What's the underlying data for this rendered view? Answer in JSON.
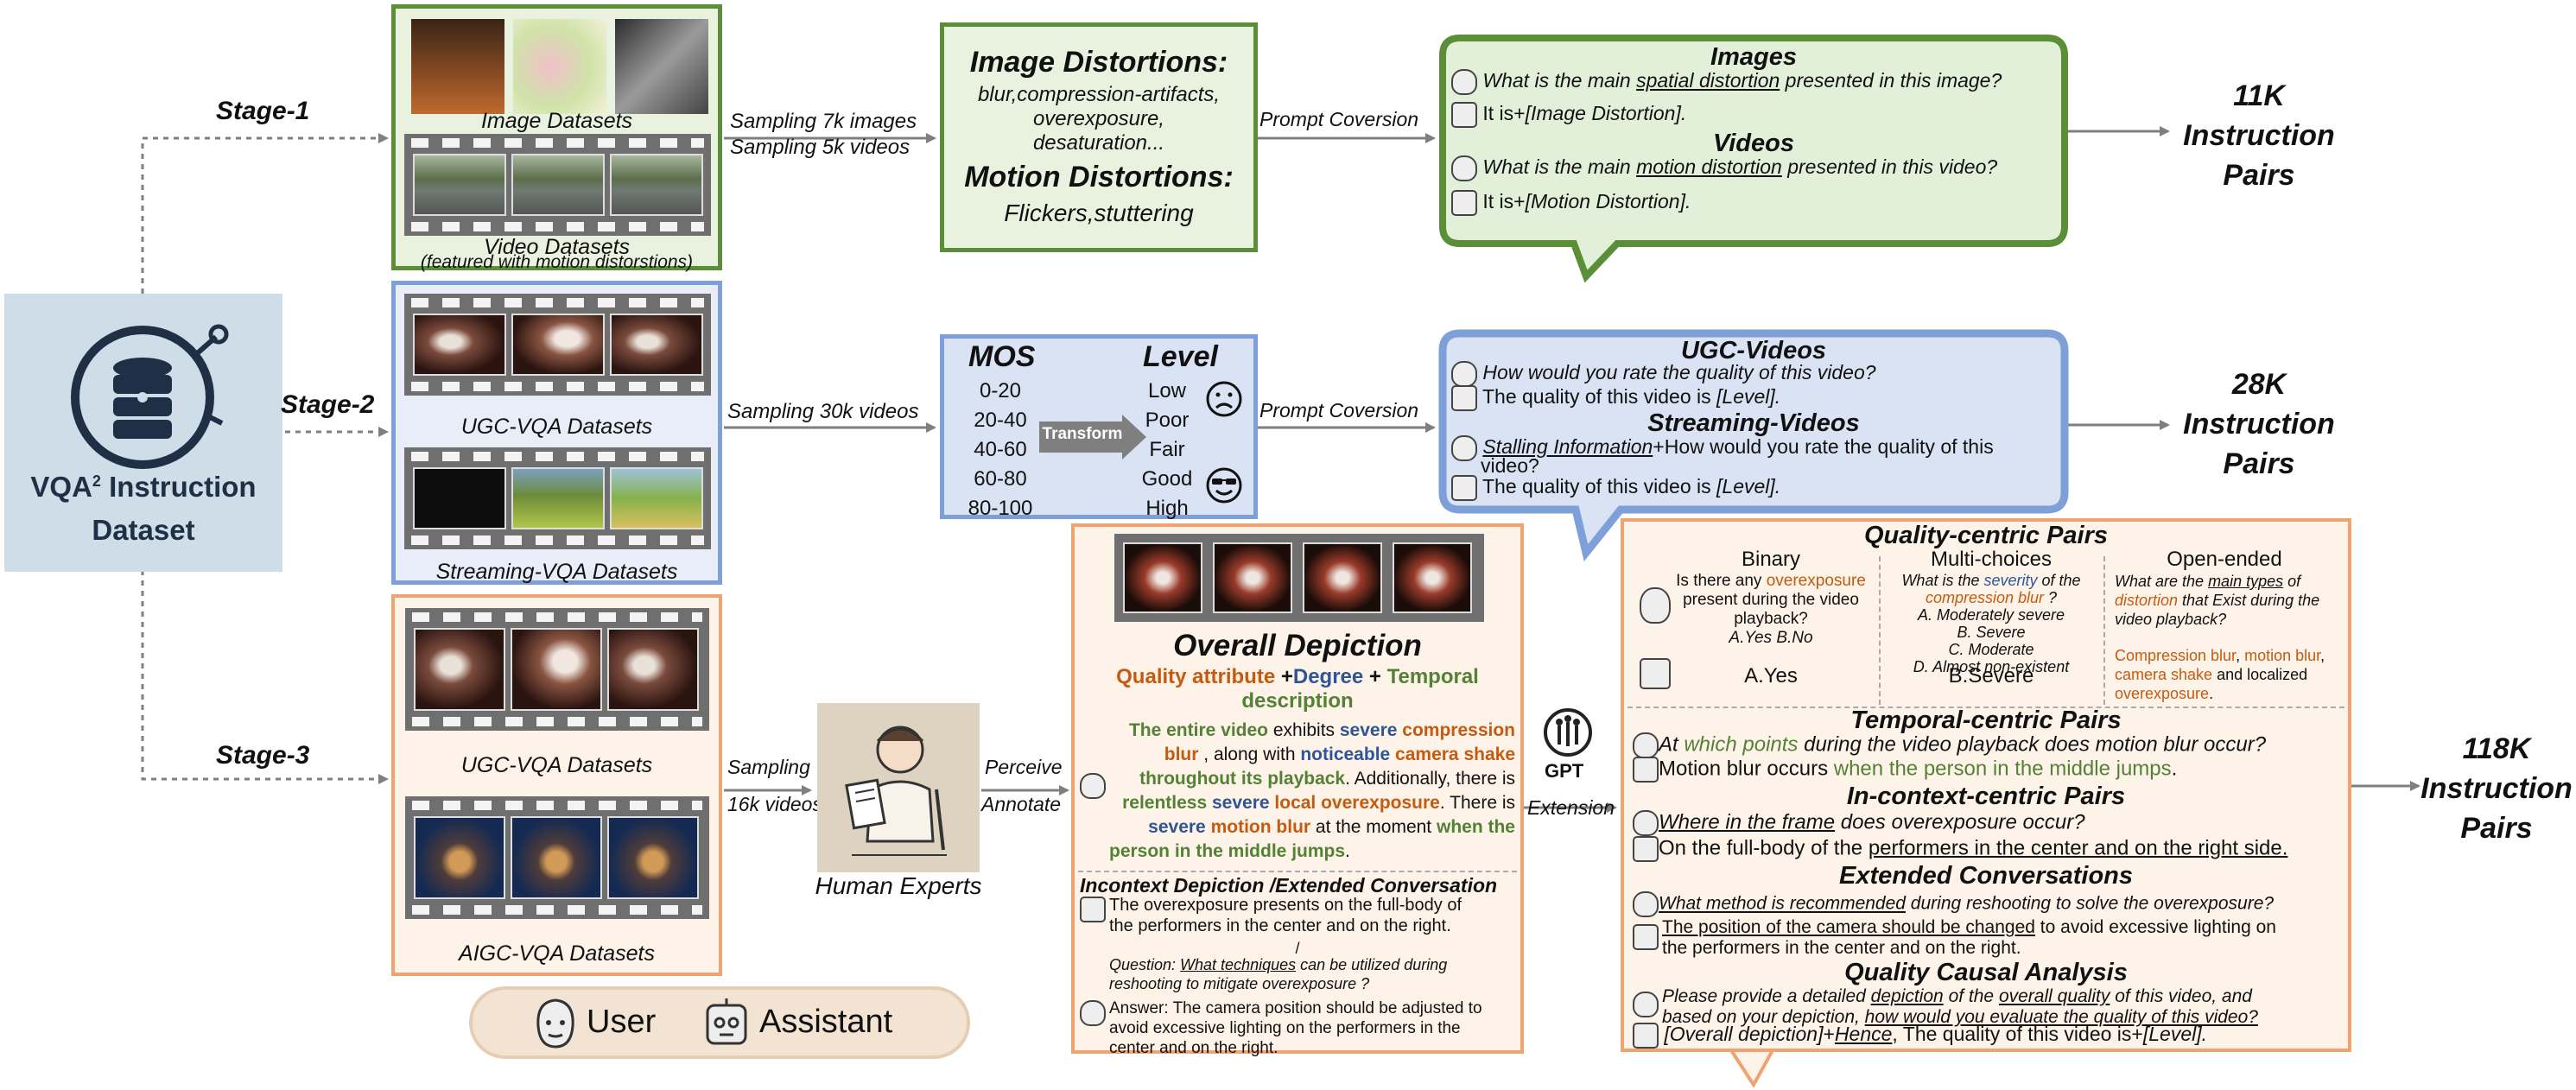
{
  "stages": {
    "s1": "Stage-1",
    "s2": "Stage-2",
    "s3": "Stage-3"
  },
  "dataset_title": {
    "line1": "VQA² Instruction",
    "line1_text": "VQA",
    "sup": "2",
    "line1_rest": " Instruction",
    "line2": "Dataset"
  },
  "row1": {
    "image_datasets": "Image Datasets",
    "video_datasets": "Video Datasets",
    "video_note": "(featured with motion distorstions)",
    "sampling1": "Sampling 7k images",
    "sampling2": "Sampling 5k videos",
    "distortions": {
      "image_title": "Image Distortions:",
      "image_items1": "blur,compression-artifacts,",
      "image_items2": "overexposure,",
      "image_items3": "desaturation...",
      "motion_title": "Motion Distortions:",
      "motion_items": "Flickers,stuttering"
    },
    "prompt": "Prompt Coversion",
    "bubble": {
      "images_title": "Images",
      "q1_pre": "What is the main ",
      "q1_u": "spatial distortion",
      "q1_post": " presented in this image?",
      "a1_pre": "It is+",
      "a1_it": "[Image Distortion].",
      "videos_title": "Videos",
      "q2_pre": "What is the main ",
      "q2_u": "motion distortion",
      "q2_post": " presented in this video?",
      "a2_pre": "It is+",
      "a2_it": "[Motion Distortion]."
    },
    "result": [
      "11K",
      "Instruction",
      "Pairs"
    ]
  },
  "row2": {
    "ugc": "UGC-VQA Datasets",
    "streaming": "Streaming-VQA Datasets",
    "sampling": "Sampling 30k videos",
    "mos_title": "MOS",
    "level_title": "Level",
    "mos": [
      "0-20",
      "20-40",
      "40-60",
      "60-80",
      "80-100"
    ],
    "levels": [
      "Low",
      "Poor",
      "Fair",
      "Good",
      "High"
    ],
    "transform": "Transform",
    "prompt": "Prompt Coversion",
    "bubble": {
      "ugc_title": "UGC-Videos",
      "q1": "How would you rate the quality of this video?",
      "a1_pre": "The quality of this video is ",
      "a1_it": "[Level].",
      "stream_title": "Streaming-Videos",
      "q2_u": "Stalling Information",
      "q2_rest1": "+How would you rate the quality of this",
      "q2_rest2": "video?",
      "a2_pre": "The quality of this video is ",
      "a2_it": "[Level]."
    },
    "result": [
      "28K",
      "Instruction",
      "Pairs"
    ]
  },
  "row3": {
    "ugc": "UGC-VQA Datasets",
    "aigc": "AIGC-VQA Datasets",
    "sampling1": "Sampling",
    "sampling2": "16k videos",
    "experts": "Human Experts",
    "perceive": "Perceive",
    "annotate": "Annotate",
    "legend_user": "User",
    "legend_assistant": "Assistant",
    "overall": {
      "title": "Overall Depiction",
      "attr_a": "Quality attribute",
      "attr_plus1": " +",
      "attr_b": "Degree",
      "attr_plus2": " + ",
      "attr_c": "Temporal",
      "attr_d": "description",
      "p1a": "The entire video",
      "p1b": " exhibits ",
      "p1c": "severe",
      "p1d": " compression",
      "p2a": "blur",
      "p2b": " , along with ",
      "p2c": "noticeable",
      "p2d": " camera shake",
      "p3a": "throughout its playback",
      "p3b": ". Additionally, there is",
      "p4a": "relentless",
      "p4b": " severe",
      "p4c": " local overexposure",
      "p4d": ". There is",
      "p5a": "severe",
      "p5b": " motion blur",
      "p5c": " at the moment ",
      "p5d": "when the",
      "p6": "person in the middle jumps",
      "p6end": ".",
      "incontext_title": "Incontext Depiction /Extended Conversation",
      "ic1": "The overexposure presents on the full-body of",
      "ic2": "the performers in the center and on the right.",
      "slash": "/",
      "q_pre": "Question: ",
      "q_u": "What techniques",
      "q_post": " can be utilized during",
      "q2": "reshooting to mitigate overexposure ?",
      "ans1": "Answer: The camera position should be adjusted to",
      "ans2": "avoid excessive lighting on the performers in the",
      "ans3": "center and on the right."
    },
    "gpt": "GPT",
    "extension": "Extension",
    "pairs": {
      "qc_title": "Quality-centric Pairs",
      "binary": "Binary",
      "multi": "Multi-choices",
      "open": "Open-ended",
      "b_q1a": "Is there any ",
      "b_q1b": "overexposure",
      "b_q2": "present during the video",
      "b_q3": "playback?",
      "b_opts": "A.Yes B.No",
      "b_ans": "A.Yes",
      "m_q1a": "What is the ",
      "m_q1b": "severity",
      "m_q1c": " of the",
      "m_q2a": "compression blur",
      "m_q2b": " ?",
      "m_o1": "A. Moderately severe",
      "m_o2": "B. Severe",
      "m_o3": "C. Moderate",
      "m_o4": "D. Almost non-existent",
      "m_ans": "B.Severe",
      "o_q1a": "What are the ",
      "o_q1b": "main types",
      "o_q1c": " of",
      "o_q2a": "distortion",
      "o_q2b": " that Exist during the",
      "o_q3": "video playback?",
      "o_a1a": "Compression blur",
      "o_a1b": ", ",
      "o_a1c": "motion blur",
      "o_a1d": ",",
      "o_a2a": "camera shake",
      "o_a2b": " and localized",
      "o_a3": "overexposure",
      "o_a3end": ".",
      "tc_title": "Temporal-centric Pairs",
      "tc_q_pre": "At ",
      "tc_q_g": "which points",
      "tc_q_post": " during the video playback does motion blur occur?",
      "tc_a_pre": "Motion blur occurs ",
      "tc_a_g": "when the person in the middle jumps",
      "tc_a_end": ".",
      "ic_title": "In-context-centric Pairs",
      "ic_q_u": "Where in the frame",
      "ic_q_post": " does overexposure occur?",
      "ic_a_pre": "On the full-body of the ",
      "ic_a_u": "performers in the center and on the right side.",
      "ec_title": "Extended Conversations",
      "ec_q_u": "What method is recommended",
      "ec_q_post": " during reshooting to solve the overexposure?",
      "ec_a_u": "The position of the camera should be changed",
      "ec_a_post": " to avoid excessive lighting on",
      "ec_a2": "the performers in the center and on the right.",
      "qca_title": "Quality Causal Analysis",
      "qca_q1a": "Please provide a detailed ",
      "qca_q1b": "depiction",
      "qca_q1c": " of the ",
      "qca_q1d": "overall quality",
      "qca_q1e": " of this video, and",
      "qca_q2a": "based on your depiction, ",
      "qca_q2b": "how would you evaluate the quality of this video?",
      "qca_a1": "[Overall depiction]",
      "qca_a2": "+",
      "qca_a3": "Hence",
      "qca_a4": ", The quality of this video is+",
      "qca_a5": "[Level]."
    },
    "result": [
      "118K",
      "Instruction",
      "Pairs"
    ]
  },
  "colors": {
    "green": "#5b8f37",
    "blue": "#7e9fd8",
    "orange": "#f0a370"
  }
}
